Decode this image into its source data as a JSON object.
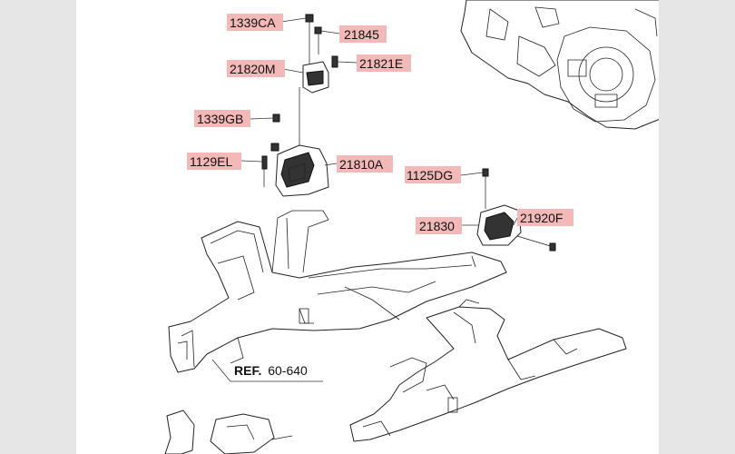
{
  "diagram": {
    "labels": {
      "p1339CA": "1339CA",
      "p21845": "21845",
      "p21820M": "21820M",
      "p21821E": "21821E",
      "p1339GB": "1339GB",
      "p1129EL": "1129EL",
      "p21810A": "21810A",
      "p1125DG": "1125DG",
      "p21830": "21830",
      "p21920F": "21920F"
    },
    "ref": {
      "prefix": "REF.",
      "number": "60-640"
    },
    "colors": {
      "label_highlight": "#f3b8b8",
      "line": "#222222",
      "background": "#ffffff",
      "margin": "#e6e6e6"
    }
  }
}
